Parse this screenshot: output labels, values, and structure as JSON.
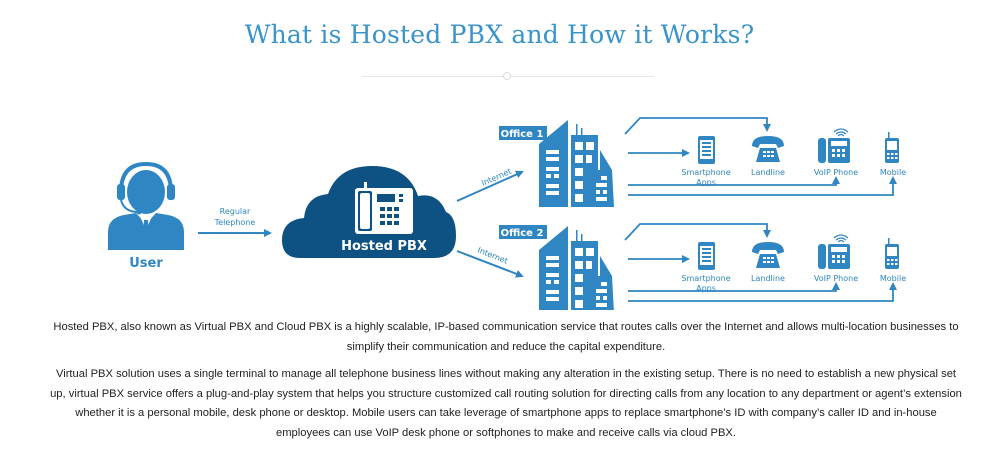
{
  "header": {
    "title": "What is Hosted PBX and How it Works?"
  },
  "diagram": {
    "user_label": "User",
    "regular_telephone_line1": "Regular",
    "regular_telephone_line2": "Telephone",
    "cloud_label": "Hosted PBX",
    "internet_label_top": "Internet",
    "internet_label_bottom": "Internet",
    "offices": [
      {
        "label": "Office 1",
        "devices": [
          {
            "icon": "smartphone-icon",
            "label_line1": "Smartphone",
            "label_line2": "Apps"
          },
          {
            "icon": "landline-icon",
            "label_line1": "Landline",
            "label_line2": ""
          },
          {
            "icon": "voip-phone-icon",
            "label_line1": "VoIP Phone",
            "label_line2": ""
          },
          {
            "icon": "mobile-icon",
            "label_line1": "Mobile",
            "label_line2": ""
          }
        ]
      },
      {
        "label": "Office 2",
        "devices": [
          {
            "icon": "smartphone-icon",
            "label_line1": "Smartphone",
            "label_line2": "Apps"
          },
          {
            "icon": "landline-icon",
            "label_line1": "Landline",
            "label_line2": ""
          },
          {
            "icon": "voip-phone-icon",
            "label_line1": "VoIP Phone",
            "label_line2": ""
          },
          {
            "icon": "mobile-icon",
            "label_line1": "Mobile",
            "label_line2": ""
          }
        ]
      }
    ],
    "colors": {
      "primary_blue": "#2f86c3",
      "cloud_navy": "#0d5283",
      "title_blue": "#3a93c9"
    }
  },
  "content": {
    "paragraph1": "Hosted PBX, also known as Virtual PBX and Cloud PBX is a highly scalable, IP-based communication service that routes calls over the Internet and allows multi-location businesses to simplify their communication and reduce the capital expenditure.",
    "paragraph2": "Virtual PBX solution uses a single terminal to manage all telephone business lines without making any alteration in the existing setup. There is no need to establish a new physical set up, virtual PBX service offers a plug-and-play system that helps you structure customized call routing solution for directing calls from any location to any department or agent’s extension whether it is a personal mobile, desk phone or desktop. Mobile users can take leverage of smartphone apps to replace smartphone’s ID with company’s caller ID and in-house employees can use VoIP desk phone or softphones to make and receive calls via cloud PBX."
  }
}
